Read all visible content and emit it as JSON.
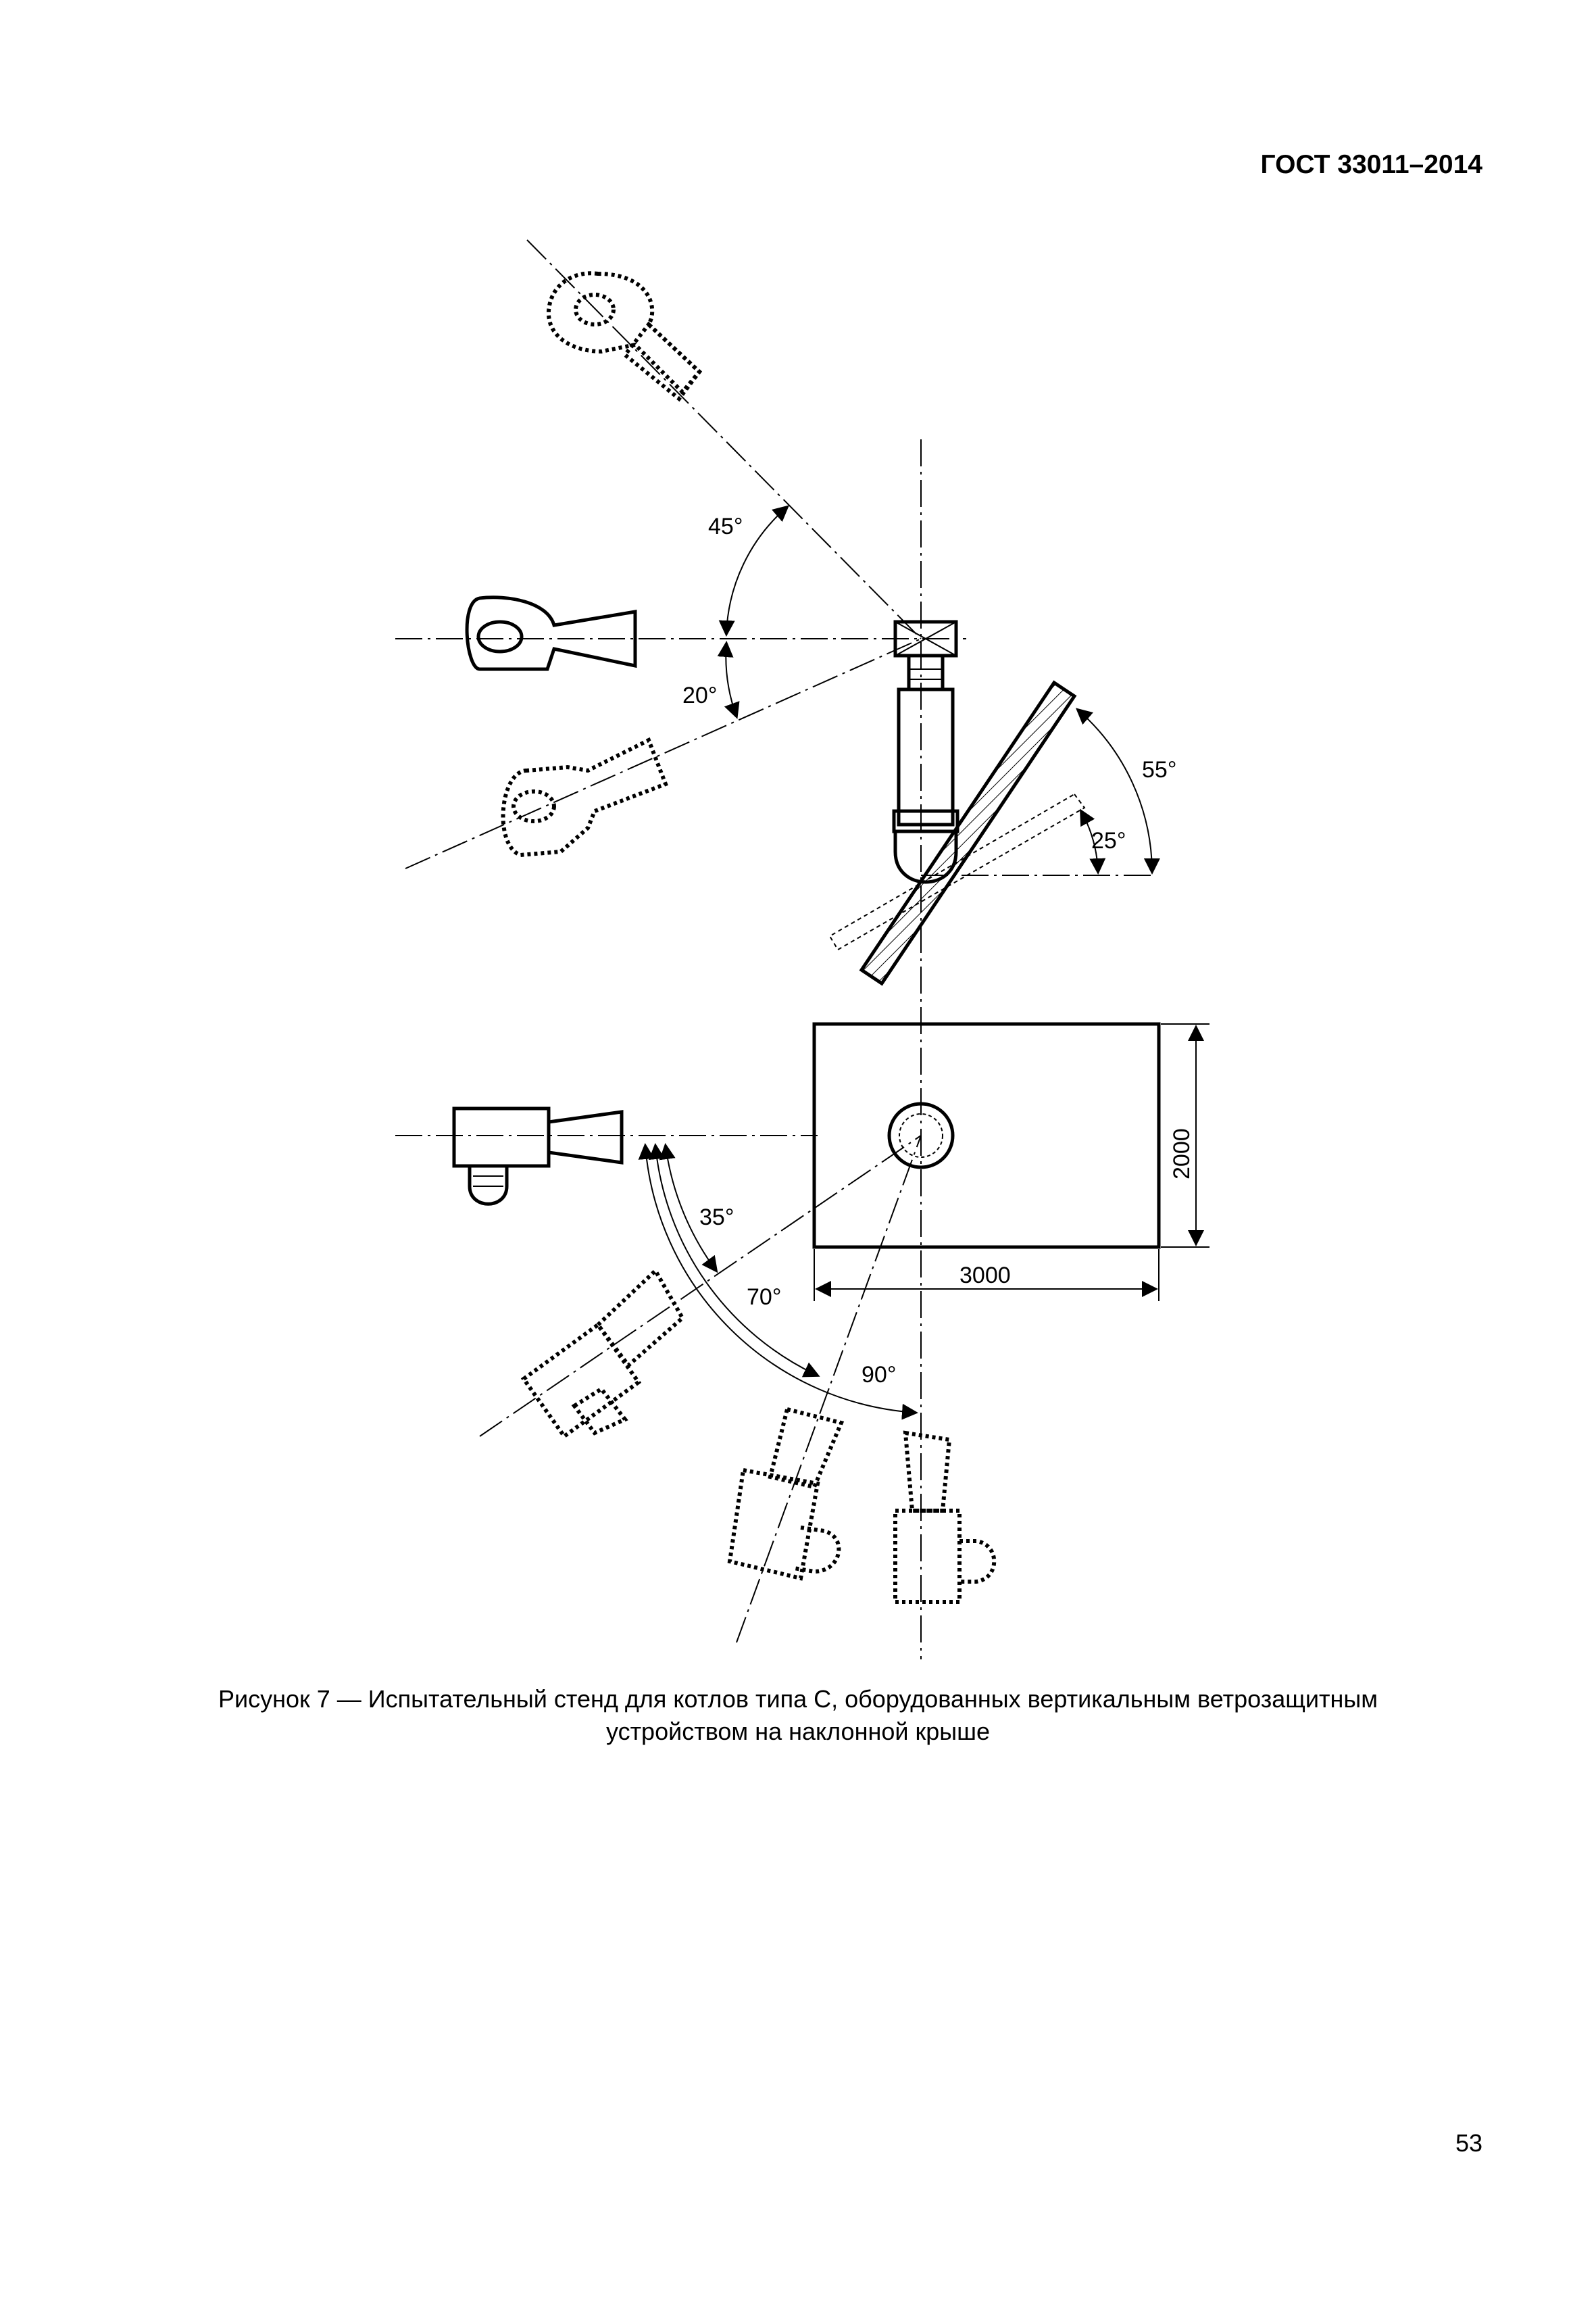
{
  "header": {
    "doc_id": "ГОСТ 33011–2014"
  },
  "figure": {
    "angles": {
      "top_up": "45°",
      "top_down": "20°",
      "roof_total": "55°",
      "roof_partial": "25°",
      "bottom_a": "35°",
      "bottom_b": "70°",
      "bottom_c": "90°"
    },
    "dimensions": {
      "height": "2000",
      "width": "3000"
    }
  },
  "caption": {
    "line1": "Рисунок 7 — Испытательный стенд для котлов типа С, оборудованных вертикальным ветрозащитным",
    "line2": "устройством на наклонной крыше"
  },
  "page_number": "53"
}
